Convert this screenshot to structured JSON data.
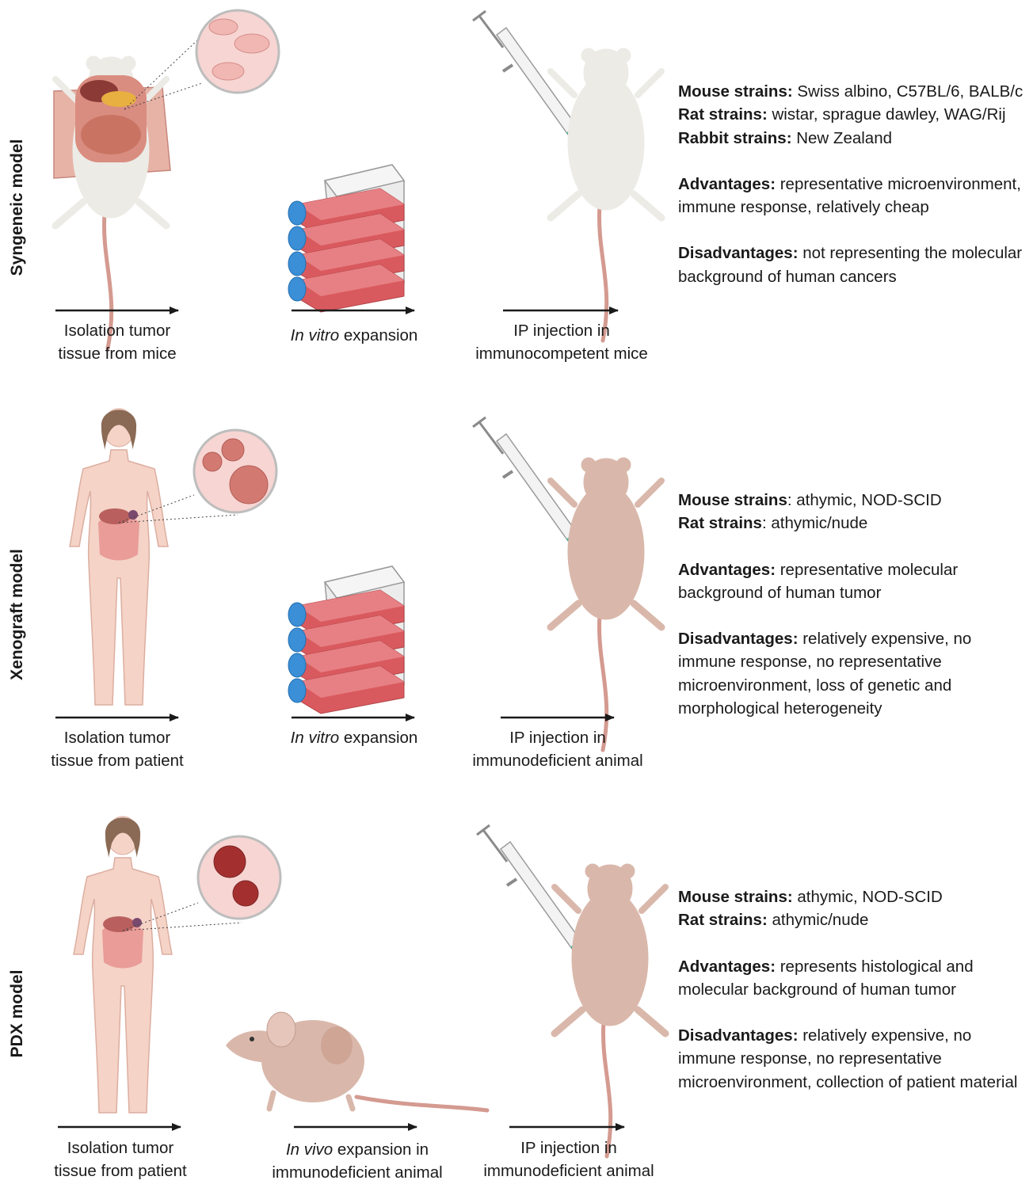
{
  "rows": [
    {
      "label": "Syngeneic model",
      "steps": [
        {
          "pre": "Isolation tumor",
          "line2": "tissue from mice"
        },
        {
          "italic": "In vitro",
          "rest": " expansion"
        },
        {
          "pre": "IP injection in",
          "line2": "immunocompetent mice"
        }
      ],
      "info": {
        "strains": [
          {
            "key": "Mouse strains:",
            "val": " Swiss albino, C57BL/6, BALB/c"
          },
          {
            "key": "Rat strains:",
            "val": " wistar, sprague dawley, WAG/Rij"
          },
          {
            "key": "Rabbit strains:",
            "val": " New Zealand"
          }
        ],
        "advantages": {
          "key": "Advantages:",
          "val": " representative microenvironment, immune response, relatively cheap"
        },
        "disadvantages": {
          "key": "Disadvantages:",
          "val": " not representing the molecular background of human cancers"
        }
      }
    },
    {
      "label": "Xenograft  model",
      "steps": [
        {
          "pre": "Isolation tumor",
          "line2": "tissue from patient"
        },
        {
          "italic": "In vitro",
          "rest": " expansion"
        },
        {
          "pre": "IP injection in",
          "line2": "immunodeficient animal"
        }
      ],
      "info": {
        "strains": [
          {
            "key": "Mouse strains",
            "val": ": athymic, NOD-SCID"
          },
          {
            "key": "Rat strains",
            "val": ": athymic/nude"
          }
        ],
        "advantages": {
          "key": "Advantages:",
          "val": " representative molecular background of human tumor"
        },
        "disadvantages": {
          "key": "Disadvantages:",
          "val": " relatively expensive, no immune response, no representative microenvironment, loss of genetic and morphological heterogeneity"
        }
      }
    },
    {
      "label": "PDX  model",
      "steps": [
        {
          "pre": "Isolation tumor",
          "line2": "tissue from patient"
        },
        {
          "italic": "In vivo",
          "rest": " expansion  in",
          "line2": "immunodeficient animal"
        },
        {
          "pre": "IP injection in",
          "line2": "immunodeficient animal"
        }
      ],
      "info": {
        "strains": [
          {
            "key": "Mouse strains:",
            "val": " athymic, NOD-SCID"
          },
          {
            "key": "Rat strains:",
            "val": " athymic/nude"
          }
        ],
        "advantages": {
          "key": "Advantages:",
          "val": " represents histological and molecular background of human tumor"
        },
        "disadvantages": {
          "key": "Disadvantages:",
          "val": " relatively expensive, no immune response, no representative microenvironment, collection of patient material"
        }
      }
    }
  ],
  "colors": {
    "mouse_white": "#ecebe6",
    "mouse_nude": "#d9b8ab",
    "tail": "#d49a90",
    "flask_medium": "#d95a5e",
    "flask_cap": "#3a8fd6",
    "skin": "#f5d3c7",
    "hair": "#8a6a55",
    "dish": "#f7d5d3",
    "tumor_light": "#f1b7b3",
    "tumor_mid": "#d27a72",
    "tumor_dark": "#a3302f",
    "syringe_red": "#b3353a",
    "needle_hub": "#3bb99a"
  }
}
